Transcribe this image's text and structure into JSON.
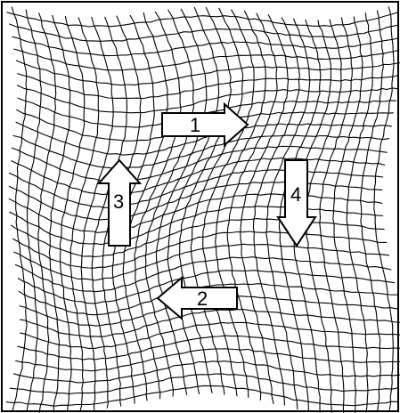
{
  "diagram": {
    "colors": {
      "ink": "#000000",
      "paper": "#ffffff",
      "arrow_fill": "#ffffff"
    },
    "arrows": [
      {
        "id": "arrow-1",
        "label": "1",
        "direction": "right"
      },
      {
        "id": "arrow-2",
        "label": "2",
        "direction": "left"
      },
      {
        "id": "arrow-3",
        "label": "3",
        "direction": "up"
      },
      {
        "id": "arrow-4",
        "label": "4",
        "direction": "down"
      }
    ]
  }
}
